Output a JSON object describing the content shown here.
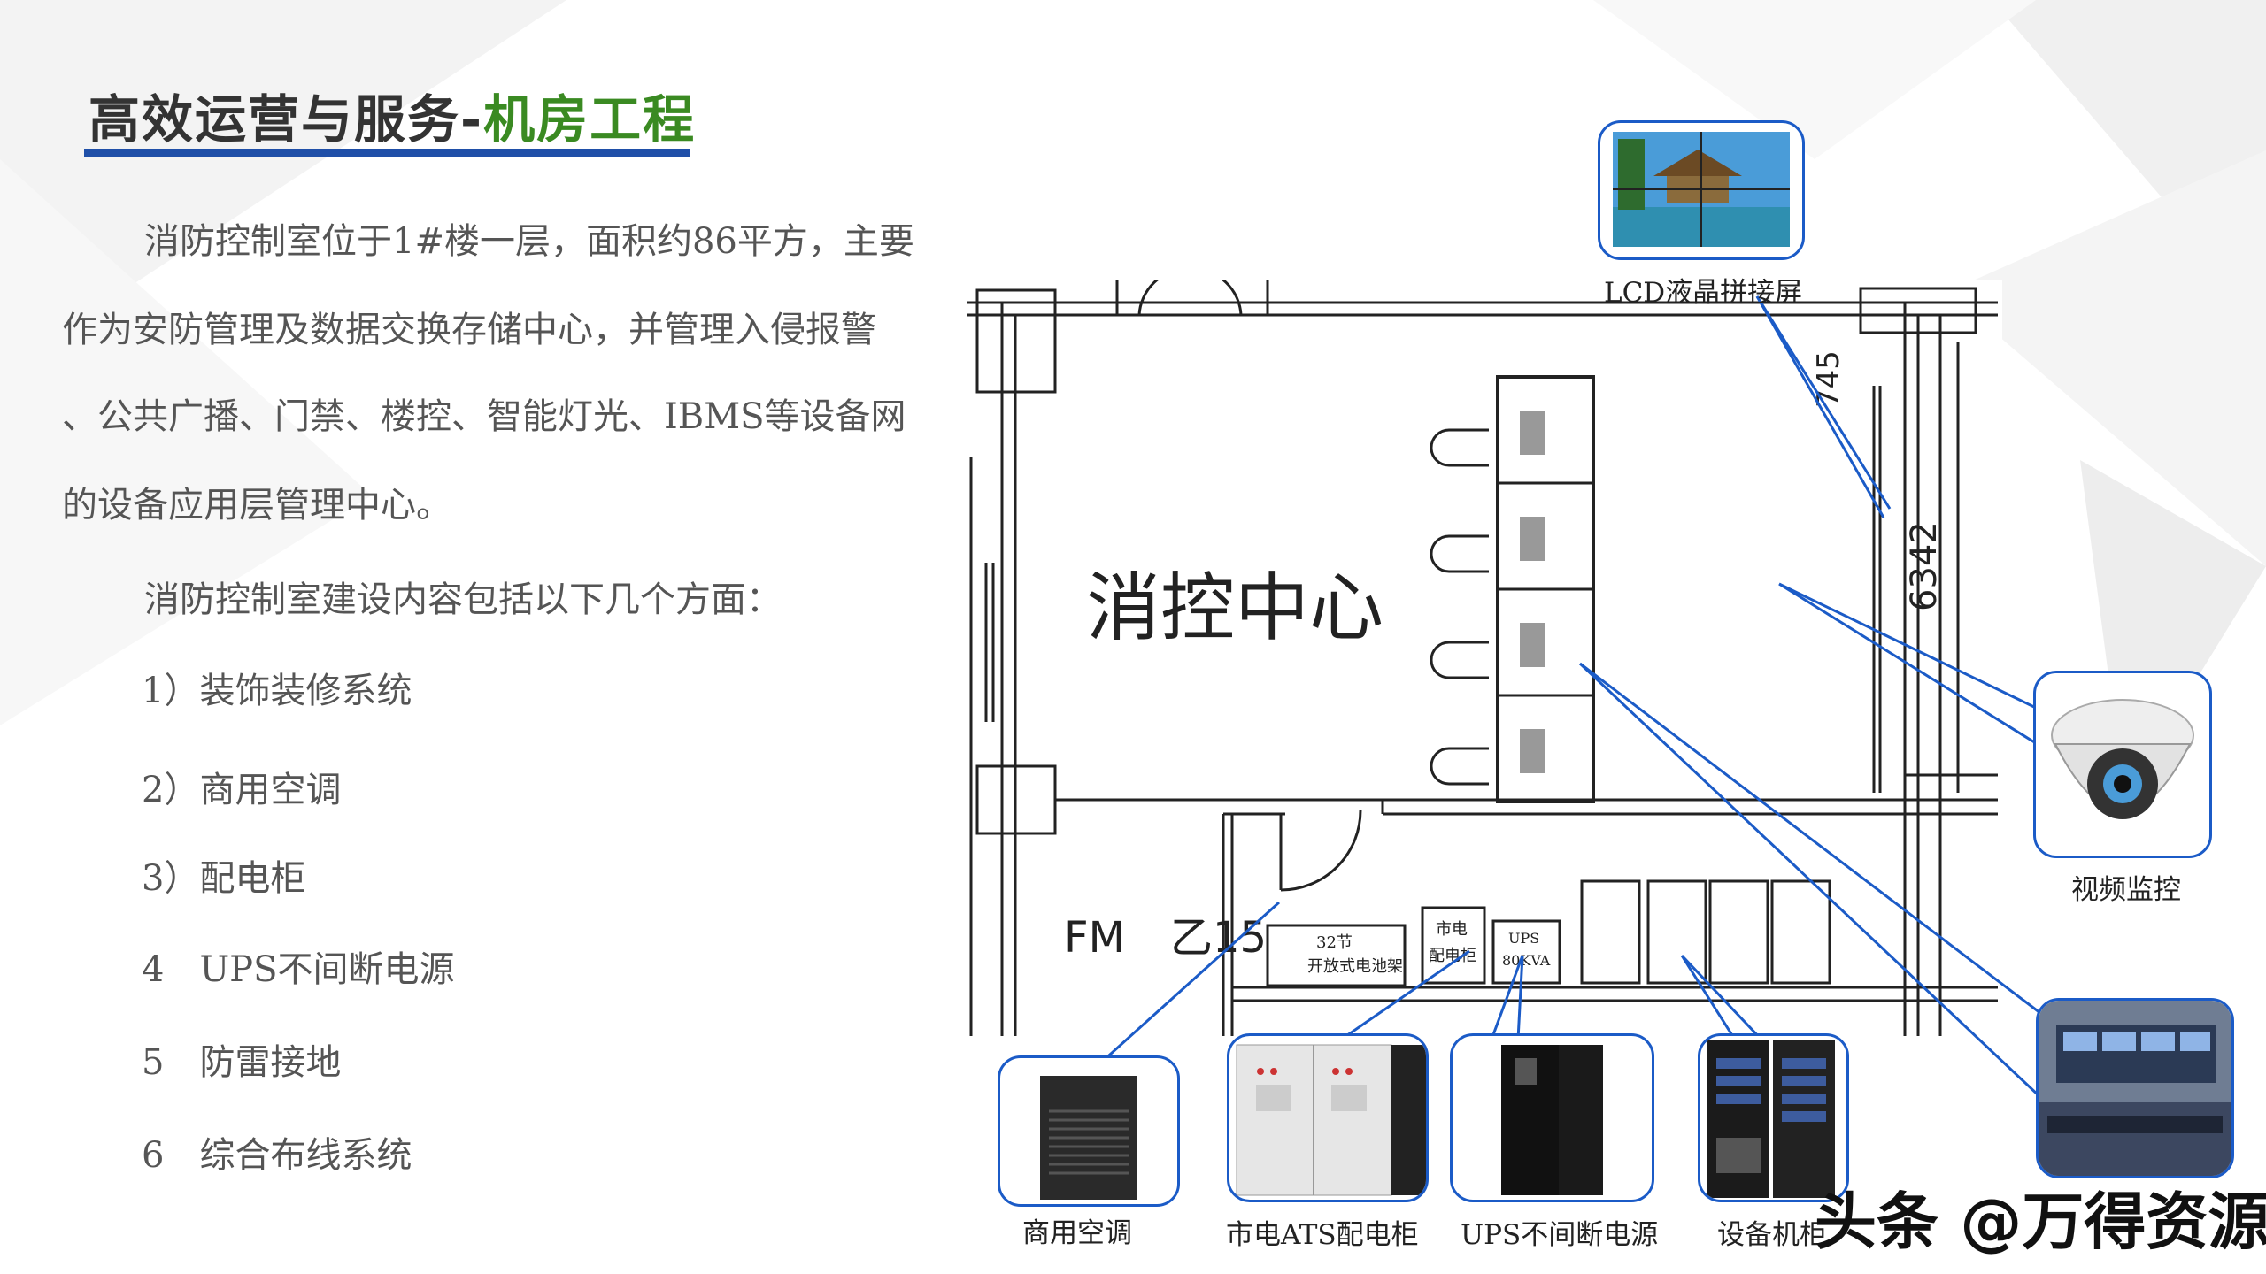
{
  "title": {
    "main": "高效运营与服务-",
    "highlight": "机房工程"
  },
  "paragraphs": [
    "消防控制室位于1#楼一层，面积约86平方，主要",
    "作为安防管理及数据交换存储中心，并管理入侵报警",
    "、公共广播、门禁、楼控、智能灯光、IBMS等设备网",
    "的设备应用层管理中心。",
    "消防控制室建设内容包括以下几个方面："
  ],
  "items": [
    "1）装饰装修系统",
    "2）商用空调",
    "3）配电柜",
    "4　UPS不间断电源",
    "5　防雷接地",
    "6　综合布线系统"
  ],
  "plan": {
    "room_name": "消控中心",
    "dim_top": "745",
    "dim_right": "6342",
    "fm": "FM",
    "door": "乙15",
    "battery_box": [
      "32节",
      "开放式电池架"
    ],
    "power_box": [
      "市电",
      "配电柜"
    ],
    "ups_box": [
      "UPS",
      "80KVA"
    ]
  },
  "labels": {
    "lcd": "LCD液晶拼接屏",
    "video": "视频监控",
    "aircon": "商用空调",
    "ats": "市电ATS配电柜",
    "ups": "UPS不间断电源",
    "cabinet": "设备机柜"
  },
  "watermark": "头条 @万得资源",
  "colors": {
    "accent_blue": "#1b5bc7",
    "title_green": "#3a8a22",
    "title_bar": "#1f4fa8"
  }
}
